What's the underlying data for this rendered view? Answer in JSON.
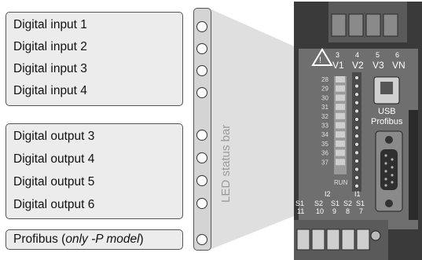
{
  "inputs": [
    "Digital input 1",
    "Digital input 2",
    "Digital input 3",
    "Digital input 4"
  ],
  "outputs": [
    "Digital output 3",
    "Digital output 4",
    "Digital output 5",
    "Digital output 6"
  ],
  "profibus": {
    "prefix": "Profibus (",
    "italic": "only -P model",
    "suffix": ")"
  },
  "led_bar_label": "LED status bar",
  "device": {
    "terminal_numbers": [
      "3",
      "4",
      "5",
      "6"
    ],
    "voltage_labels": [
      "V1",
      "V2",
      "V3",
      "VN"
    ],
    "led_numbers": [
      "28",
      "29",
      "30",
      "31",
      "32",
      "33",
      "34",
      "35",
      "36",
      "37"
    ],
    "run_label": "RUN",
    "usb_label": "USB",
    "profibus_label": "Profibus",
    "current_groups": [
      "I2",
      "I1"
    ],
    "current_terminals": [
      "S1",
      "S2",
      "S1",
      "S2",
      "S1"
    ],
    "terminal_bottom_numbers": [
      "11",
      "10",
      "9",
      "8",
      "7"
    ]
  }
}
